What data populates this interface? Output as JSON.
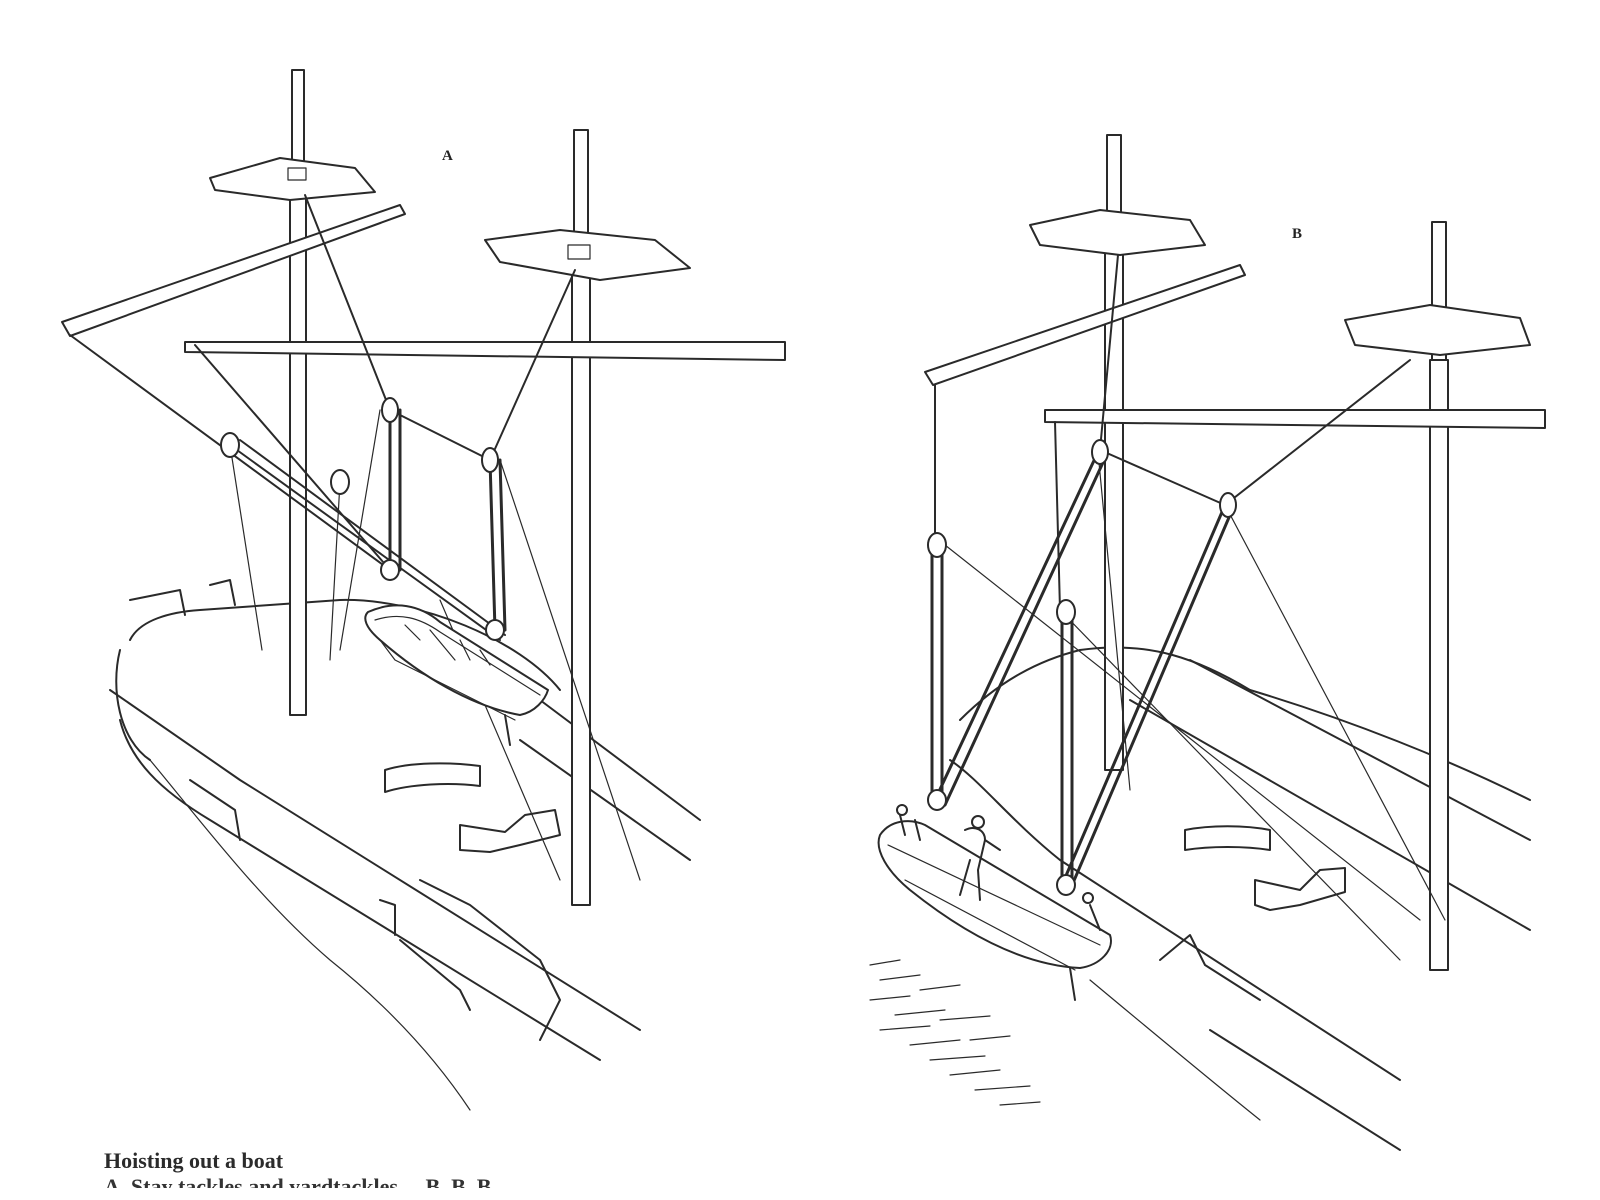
{
  "figure": {
    "panels": [
      {
        "id": "A",
        "label": "A"
      },
      {
        "id": "B",
        "label": "B"
      }
    ]
  },
  "caption": {
    "title": "Hoisting out a boat",
    "subtitle": "A. Stay tackles and yardtackles ... B. B. B."
  }
}
